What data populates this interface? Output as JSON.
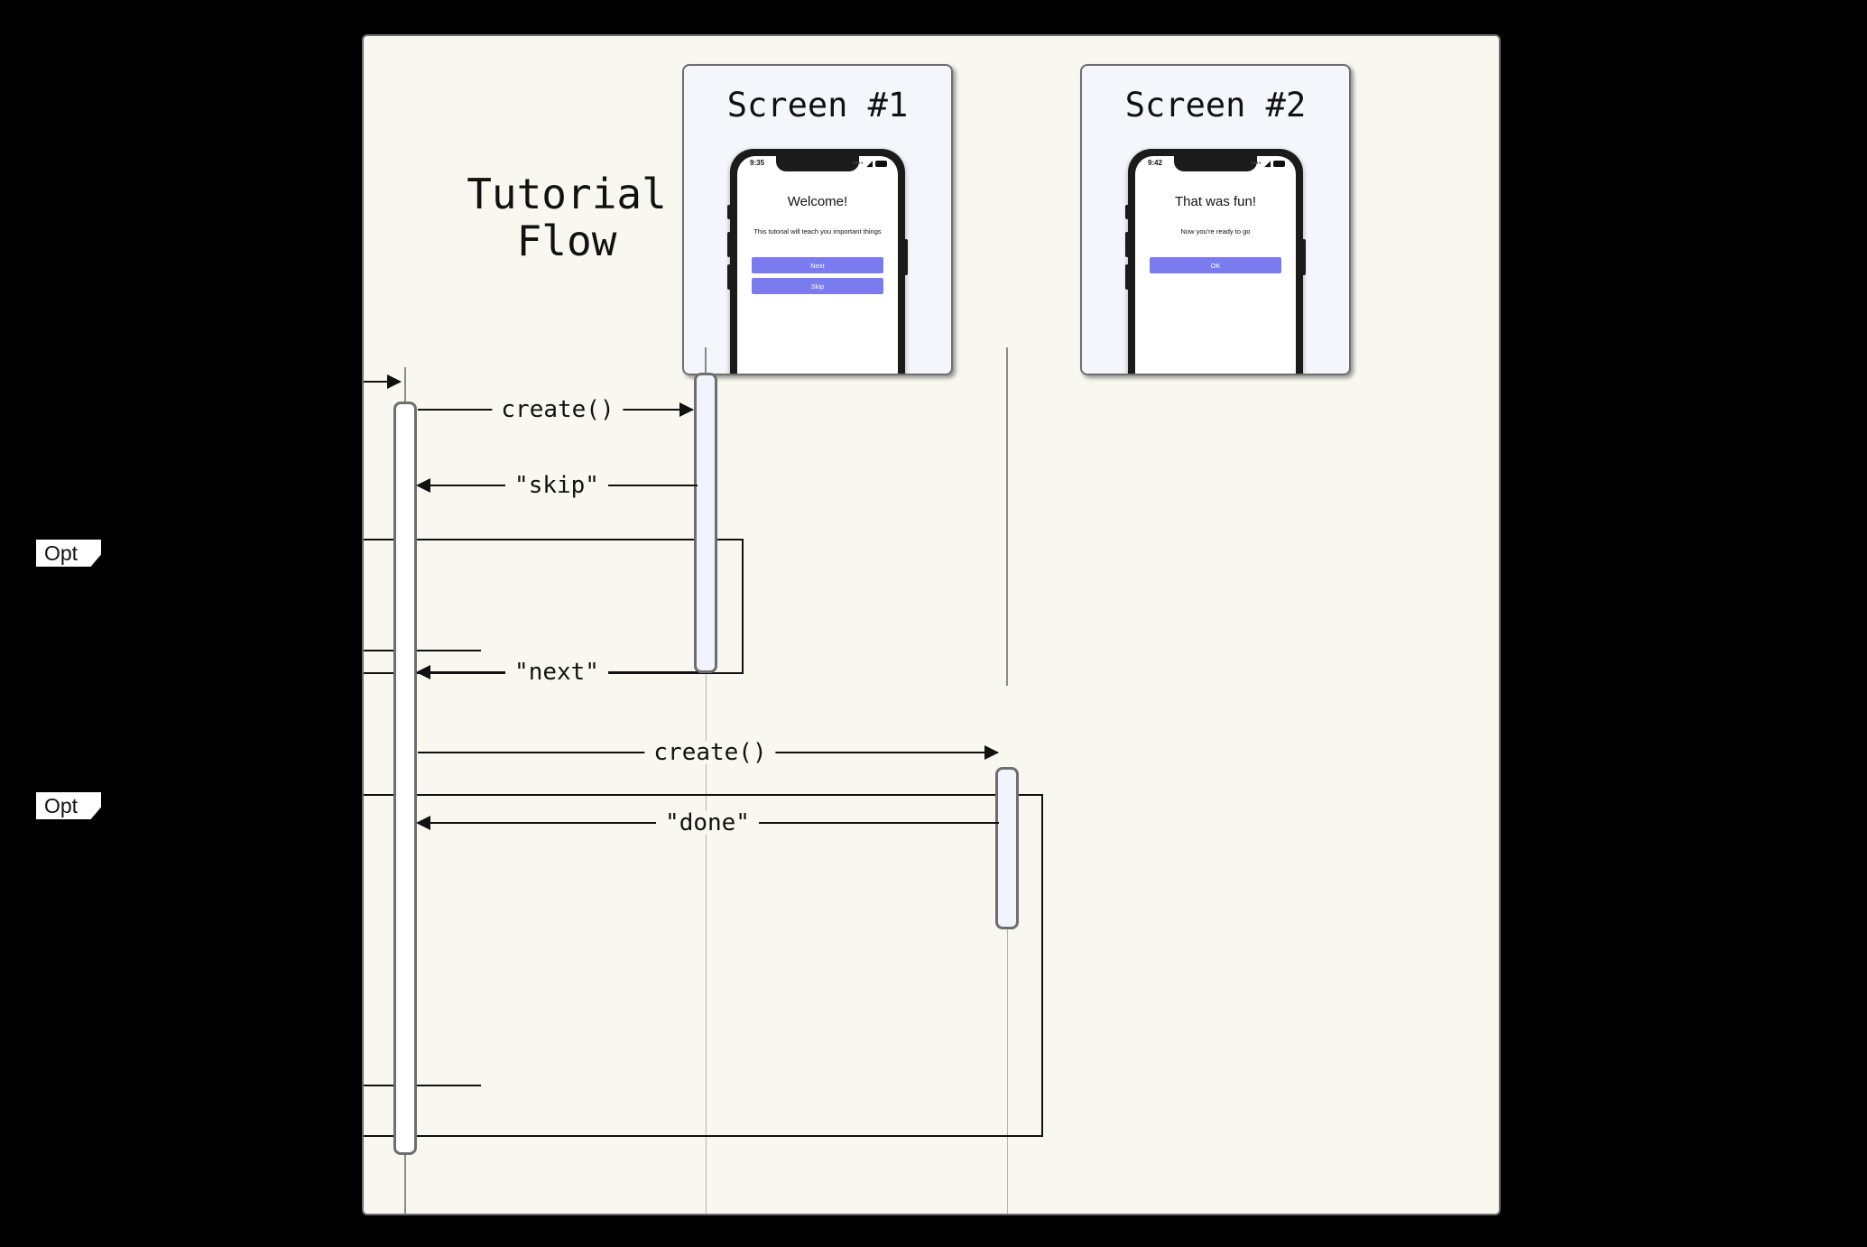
{
  "diagram": {
    "title": "Tutorial\nFlow",
    "type": "sequence-diagram",
    "background_color": "#f8f8f0",
    "page_background_color": "#000000",
    "border_color": "#6e6e6e"
  },
  "participants": [
    {
      "id": "actor",
      "name": "",
      "has_card": false
    },
    {
      "id": "screen1",
      "name": "Screen #1",
      "has_card": true,
      "phone": {
        "status_time": "9:35",
        "title": "Welcome!",
        "subtitle": "This tutorial will teach you important things",
        "buttons": [
          "Next",
          "Skip"
        ],
        "button_color": "#7b7bf0"
      }
    },
    {
      "id": "screen2",
      "name": "Screen #2",
      "has_card": true,
      "phone": {
        "status_time": "9:42",
        "title": "That was fun!",
        "subtitle": "Now you're ready to go",
        "buttons": [
          "OK"
        ],
        "button_color": "#7b7bf0"
      }
    }
  ],
  "messages": [
    {
      "id": "m0",
      "label": "",
      "from": "external",
      "to": "actor",
      "direction": "right"
    },
    {
      "id": "m1",
      "label": "create()",
      "from": "actor",
      "to": "screen1",
      "direction": "right"
    },
    {
      "id": "m2",
      "label": "\"skip\"",
      "from": "screen1",
      "to": "actor",
      "direction": "left"
    },
    {
      "id": "m3",
      "label": "\"next\"",
      "from": "screen1",
      "to": "actor",
      "direction": "left"
    },
    {
      "id": "m4",
      "label": "create()",
      "from": "actor",
      "to": "screen2",
      "direction": "right"
    },
    {
      "id": "m5",
      "label": "\"done\"",
      "from": "screen2",
      "to": "actor",
      "direction": "left"
    }
  ],
  "fragments": [
    {
      "id": "opt1",
      "label": "Opt"
    },
    {
      "id": "opt2",
      "label": "Opt"
    }
  ]
}
